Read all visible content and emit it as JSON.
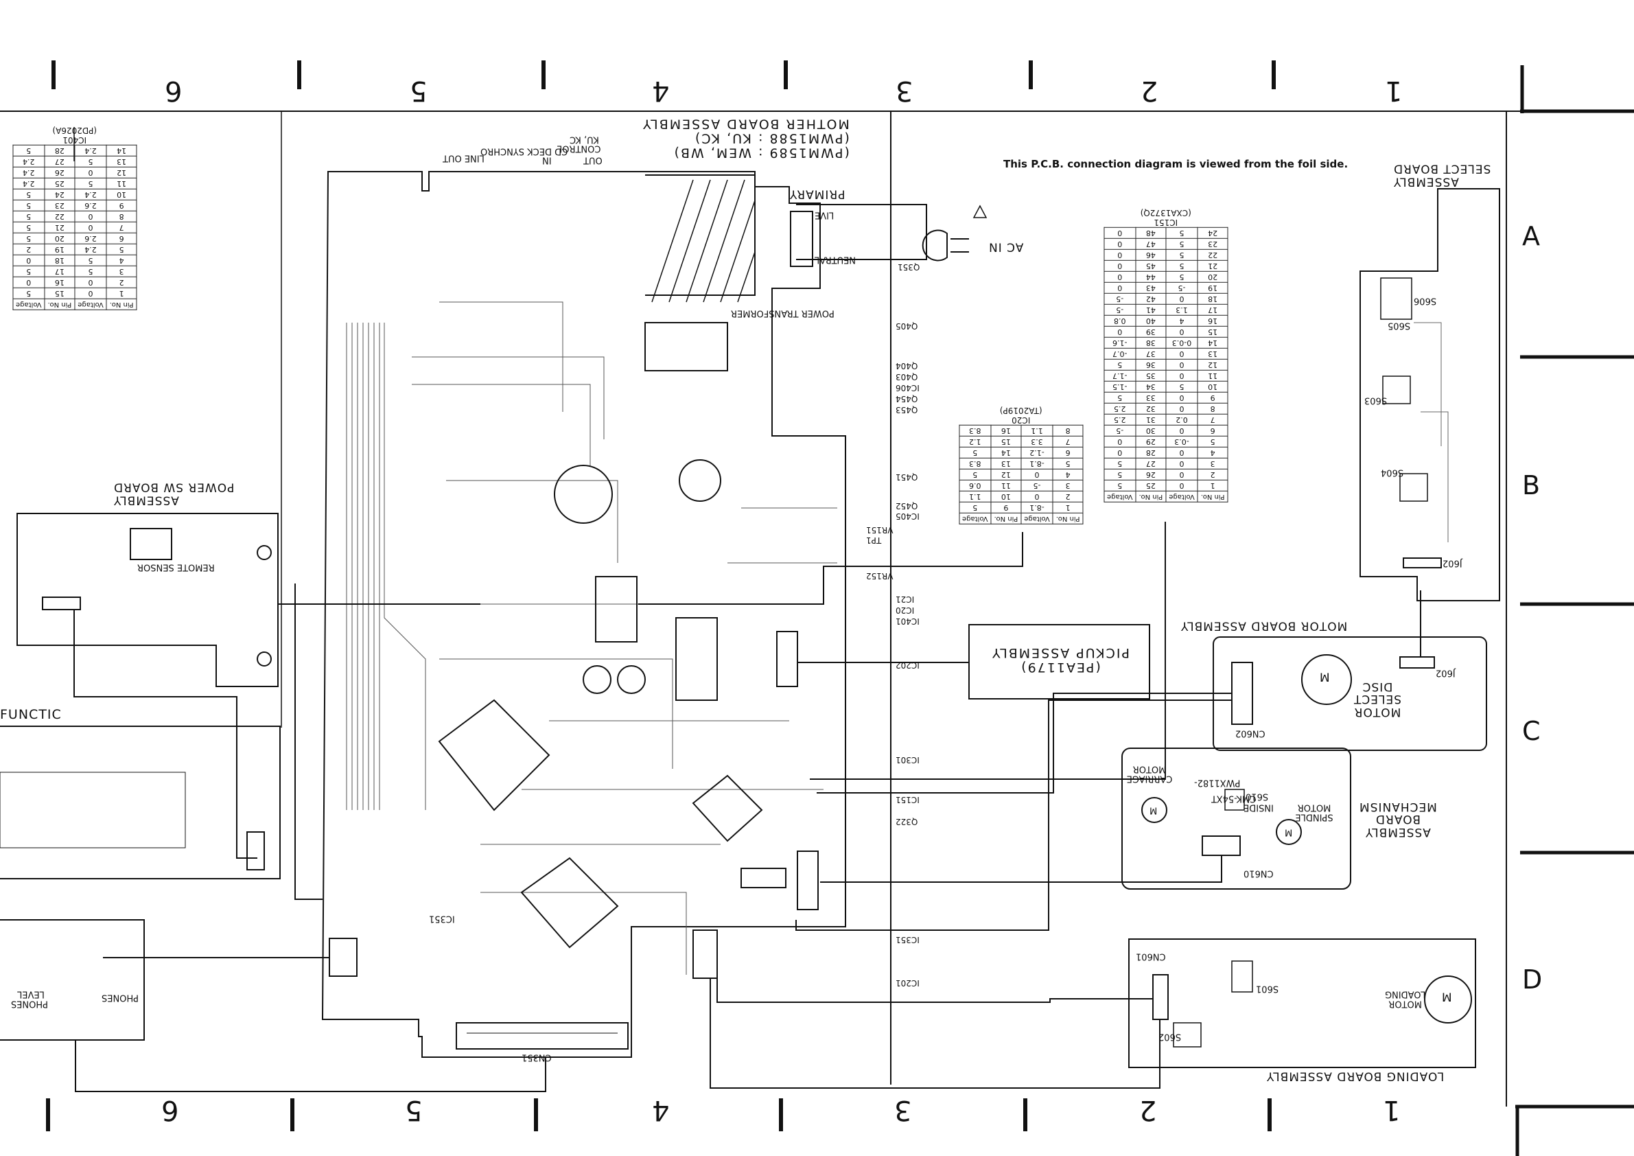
{
  "grid_top": [
    "6",
    "5",
    "4",
    "3",
    "2",
    "1"
  ],
  "grid_bottom": [
    "6",
    "5",
    "4",
    "3",
    "2",
    "1"
  ],
  "grid_letters": [
    "A",
    "B",
    "C",
    "D"
  ],
  "note": "This P.C.B. connection diagram is viewed from the foil side.",
  "mother_board": {
    "title": "MOTHER BOARD ASSEMBLY",
    "variant1": "(PWM1588 : KU, KC)",
    "variant2": "(PWM1589 : WEM, WB)",
    "primary": "PRIMARY",
    "power_transformer": "POWER TRANSFORMER",
    "cn351": "CN351",
    "ic351": "IC351"
  },
  "top_connectors": {
    "line_out": "LINE OUT",
    "cd_deck_synchro": "CD DECK SYNCHRO",
    "ku_kc": "KU, KC",
    "control": "CONTROL",
    "in_label": "IN",
    "out_label": "OUT"
  },
  "ac": {
    "label": "AC IN",
    "live": "LIVE",
    "neutral": "NEUTRAL"
  },
  "select_board": {
    "title1": "SELECT BOARD",
    "title2": "ASSEMBLY",
    "s606": "S606",
    "s605": "S605",
    "s603": "S603",
    "s604": "S604",
    "j602": "J602"
  },
  "motor_board": {
    "title": "MOTOR BOARD ASSEMBLY",
    "motor1": "DISC",
    "motor2": "SELECT",
    "motor3": "MOTOR",
    "cn602": "CN602",
    "j602": "J602",
    "m": "M"
  },
  "mechanism_board": {
    "title1": "MECHANISM",
    "title2": "BOARD",
    "title3": "ASSEMBLY",
    "carriage": "CARRIAGE MOTOR",
    "spindle": "SPINDLE MOTOR",
    "part": "PWX1182-",
    "cmk": "CMK-54XT",
    "s610": "S610",
    "inside": "INSIDE",
    "cn610": "CN610",
    "m": "M"
  },
  "loading_board": {
    "title": "LOADING BOARD ASSEMBLY",
    "motor1": "LOADING",
    "motor2": "MOTOR",
    "cn601": "CN601",
    "s601": "S601",
    "s602": "S602",
    "m": "M"
  },
  "pickup": {
    "title": "PICKUP ASSEMBLY",
    "part": "(PEA1179)"
  },
  "power_sw": {
    "title1": "POWER SW BOARD",
    "title2": "ASSEMBLY",
    "remote": "REMOTE SENSOR"
  },
  "function_board": {
    "title": "FUNCTIC"
  },
  "phones": {
    "phones": "PHONES",
    "level": "PHONES LEVEL"
  },
  "ref_labels": [
    "Q405",
    "Q404",
    "Q403",
    "IC406",
    "Q454",
    "Q453",
    "Q451",
    "Q452",
    "IC405",
    "VR151",
    "TP1",
    "VR152",
    "IC21",
    "IC20",
    "IC401",
    "IC202",
    "IC301",
    "IC151",
    "Q322",
    "IC351",
    "IC201",
    "Q351"
  ],
  "table_ic401": {
    "title": "IC401",
    "part": "(PD2026A)",
    "headers": [
      "Pin No.",
      "Voltage",
      "Pin No.",
      "Voltage"
    ],
    "rows": [
      [
        "1",
        "0",
        "15",
        "5"
      ],
      [
        "2",
        "0",
        "16",
        "0"
      ],
      [
        "3",
        "5",
        "17",
        "5"
      ],
      [
        "4",
        "5",
        "18",
        "0"
      ],
      [
        "5",
        "2.4",
        "19",
        "2"
      ],
      [
        "6",
        "2.6",
        "20",
        "5"
      ],
      [
        "7",
        "0",
        "21",
        "5"
      ],
      [
        "8",
        "0",
        "22",
        "5"
      ],
      [
        "9",
        "2.6",
        "23",
        "5"
      ],
      [
        "10",
        "2.4",
        "24",
        "5"
      ],
      [
        "11",
        "5",
        "25",
        "2.4"
      ],
      [
        "12",
        "0",
        "26",
        "2.4"
      ],
      [
        "13",
        "5",
        "27",
        "2.4"
      ],
      [
        "14",
        "2.4",
        "28",
        "5"
      ]
    ]
  },
  "table_ic20": {
    "title": "IC20",
    "part": "(TA2019P)",
    "headers": [
      "Pin No.",
      "Voltage",
      "Pin No.",
      "Voltage"
    ],
    "rows": [
      [
        "1",
        "-8.1",
        "9",
        "5"
      ],
      [
        "2",
        "0",
        "10",
        "1.1"
      ],
      [
        "3",
        "-5",
        "11",
        "0.6"
      ],
      [
        "4",
        "0",
        "12",
        "5"
      ],
      [
        "5",
        "-8.1",
        "13",
        "8.3"
      ],
      [
        "6",
        "-1.2",
        "14",
        "5"
      ],
      [
        "7",
        "3.3",
        "15",
        "1.2"
      ],
      [
        "8",
        "1.1",
        "16",
        "8.3"
      ]
    ]
  },
  "table_ic151": {
    "title": "IC151",
    "part": "(CXA1372Q)",
    "headers": [
      "Pin No.",
      "Voltage",
      "Pin No.",
      "Voltage"
    ],
    "rows": [
      [
        "1",
        "0",
        "25",
        "5"
      ],
      [
        "2",
        "0",
        "26",
        "5"
      ],
      [
        "3",
        "0",
        "27",
        "5"
      ],
      [
        "4",
        "0",
        "28",
        "0"
      ],
      [
        "5",
        "-0.3",
        "29",
        "0"
      ],
      [
        "6",
        "0",
        "30",
        "-5"
      ],
      [
        "7",
        "0.2",
        "31",
        "2.5"
      ],
      [
        "8",
        "0",
        "32",
        "2.5"
      ],
      [
        "9",
        "0",
        "33",
        "5"
      ],
      [
        "10",
        "5",
        "34",
        "-1.5"
      ],
      [
        "11",
        "0",
        "35",
        "-1.7"
      ],
      [
        "12",
        "0",
        "36",
        "5"
      ],
      [
        "13",
        "0",
        "37",
        "-0.7"
      ],
      [
        "14",
        "0-0.3",
        "38",
        "-1.6"
      ],
      [
        "15",
        "0",
        "39",
        "0"
      ],
      [
        "16",
        "4",
        "40",
        "0.8"
      ],
      [
        "17",
        "1.3",
        "41",
        "-5"
      ],
      [
        "18",
        "0",
        "42",
        "-5"
      ],
      [
        "19",
        "-5",
        "43",
        "0"
      ],
      [
        "20",
        "5",
        "44",
        "0"
      ],
      [
        "21",
        "5",
        "45",
        "0"
      ],
      [
        "22",
        "5",
        "46",
        "0"
      ],
      [
        "23",
        "5",
        "47",
        "0"
      ],
      [
        "24",
        "5",
        "48",
        "0"
      ]
    ]
  }
}
